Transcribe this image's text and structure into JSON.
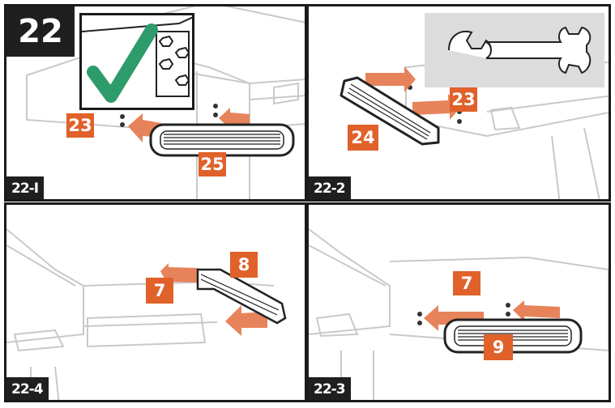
{
  "step": {
    "number": "22"
  },
  "panels": [
    {
      "id": "22-1",
      "label": "22-I",
      "parts": [
        "23",
        "25"
      ],
      "inset_icon": "checkmark-icon"
    },
    {
      "id": "22-2",
      "label": "22-2",
      "parts": [
        "24",
        "23"
      ],
      "tool_icon": "wrench-icon"
    },
    {
      "id": "22-4",
      "label": "22-4",
      "parts": [
        "8",
        "7"
      ]
    },
    {
      "id": "22-3",
      "label": "22-3",
      "parts": [
        "7",
        "9"
      ]
    }
  ],
  "colors": {
    "accent": "#e0612a",
    "check": "#2e9b6b",
    "label_bg": "#1f1f1f",
    "line_art": "#c8c8c8"
  }
}
